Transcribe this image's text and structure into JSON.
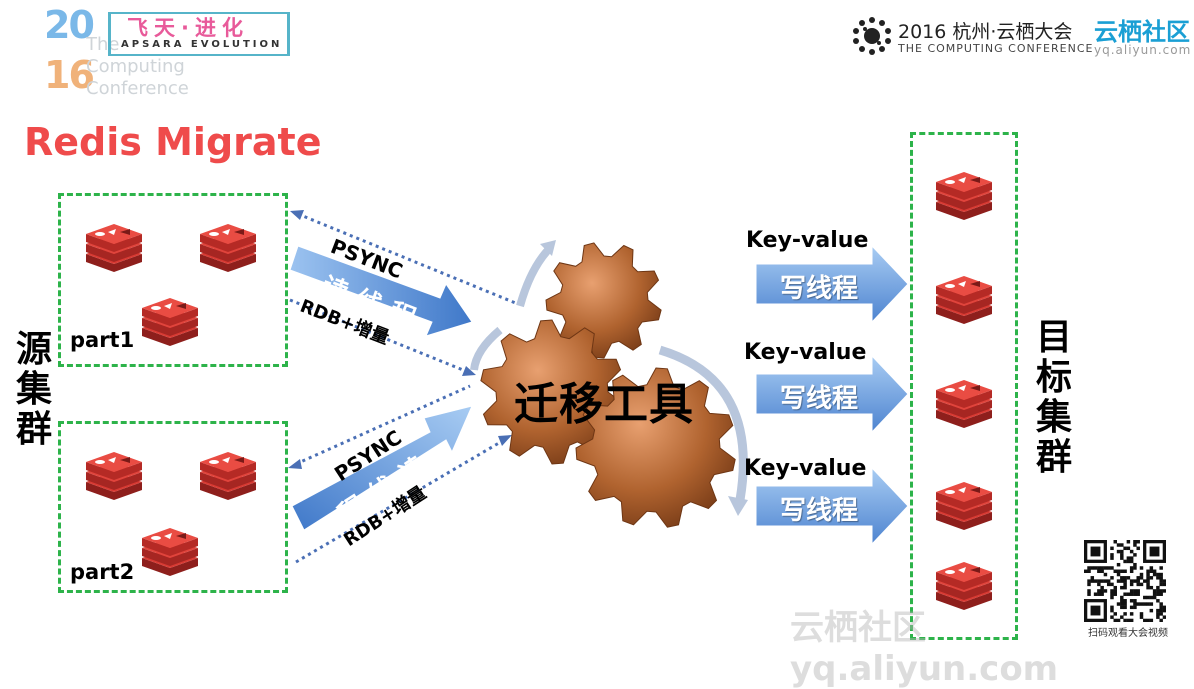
{
  "header": {
    "year_top": "20",
    "year_bottom": "16",
    "brand_cn": "飞天·进化",
    "brand_en": "APSARA EVOLUTION",
    "faded_lines": [
      "The",
      "Computing",
      "Conference"
    ],
    "conf_cn": "2016 杭州·云栖大会",
    "conf_en": "THE COMPUTING CONFERENCE",
    "yq_cn": "云栖社区",
    "yq_en": "yq.aliyun.com"
  },
  "title": "Redis Migrate",
  "source": {
    "label_chars": [
      "源",
      "集",
      "群"
    ],
    "parts": [
      {
        "label": "part1"
      },
      {
        "label": "part2"
      }
    ]
  },
  "target": {
    "label_chars": [
      "目",
      "标",
      "集",
      "群"
    ]
  },
  "tool": {
    "label": "迁移工具"
  },
  "read_flows": [
    {
      "psync": "PSYNC",
      "thread_chars": [
        "读",
        "线",
        "程"
      ],
      "rdb": "RDB+增量"
    },
    {
      "psync": "PSYNC",
      "thread_chars": [
        "读",
        "线",
        "程"
      ],
      "rdb": "RDB+增量"
    }
  ],
  "write_flows": [
    {
      "kv": "Key-value",
      "thread": "写线程"
    },
    {
      "kv": "Key-value",
      "thread": "写线程"
    },
    {
      "kv": "Key-value",
      "thread": "写线程"
    }
  ],
  "qr": {
    "caption": "扫码观看大会视频"
  },
  "watermark": "云栖社区 yq.aliyun.com",
  "colors": {
    "title_red": "#ef4b4b",
    "cluster_green": "#2db34a",
    "arrow_blue": "#5a8fd6",
    "gear_brown": "#a85a2a",
    "redis_red": "#c8302c"
  },
  "icons": [
    "redis-icon",
    "gear-icon",
    "qr-code-icon",
    "conference-logo-icon"
  ]
}
